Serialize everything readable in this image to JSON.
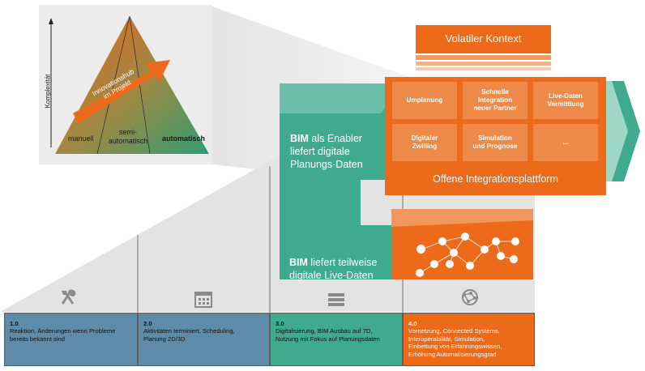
{
  "pyramid": {
    "y_axis_label": "Komplexität",
    "arrow_label": "Innovationshub\nim Projekt",
    "levels": [
      "manuell",
      "semi-\nautomatisch",
      "automatisch"
    ]
  },
  "volatile_context": "Volatiler Kontext",
  "platform": {
    "title": "Offene Integrationsplattform",
    "cells": [
      "Umplanung",
      "Schnelle\nIntegration\nneuer Partner",
      "Live-Daten\nVermittlung",
      "Digitaler\nZwilling",
      "Simulation\nund Prognose",
      "..."
    ]
  },
  "bim_enabler": {
    "bold": "BIM",
    "text": " als Enabler\nliefert digitale\nPlanungs-Daten"
  },
  "bim_live": {
    "bold": "BIM",
    "text": " liefert teilweise\ndigitale Live-Daten"
  },
  "stages": [
    {
      "number": "1.0",
      "description": "Reaktion, Änderungen wenn Probleme\nbereits bekannt sind",
      "icon": "hammer-wrench-icon",
      "color": "#5f8bab"
    },
    {
      "number": "2.0",
      "description": "Aktivitäten terminiert, Scheduling,\nPlanung 2D/3D",
      "icon": "calendar-icon",
      "color": "#5f8bab"
    },
    {
      "number": "3.0",
      "description": "Digitalisierung, BIM Ausbau auf 7D,\nNutzung mit Fokus auf Planungsdaten",
      "icon": "server-icon",
      "color": "#3faa8e"
    },
    {
      "number": "4.0",
      "description": "Vernetzung, Connected Systems,\nInteroperabilität, Simulation,\nEinbettung von Erfahrungswissen,\nErhöhung Automatisierungsgrad",
      "icon": "network-globe-icon",
      "color": "#ec6a1a"
    }
  ],
  "colors": {
    "orange": "#ec6a1a",
    "orange_light": "#ee8a49",
    "teal": "#3faa8e",
    "blue": "#5f8bab",
    "gray_panel": "#dcdcdc"
  }
}
